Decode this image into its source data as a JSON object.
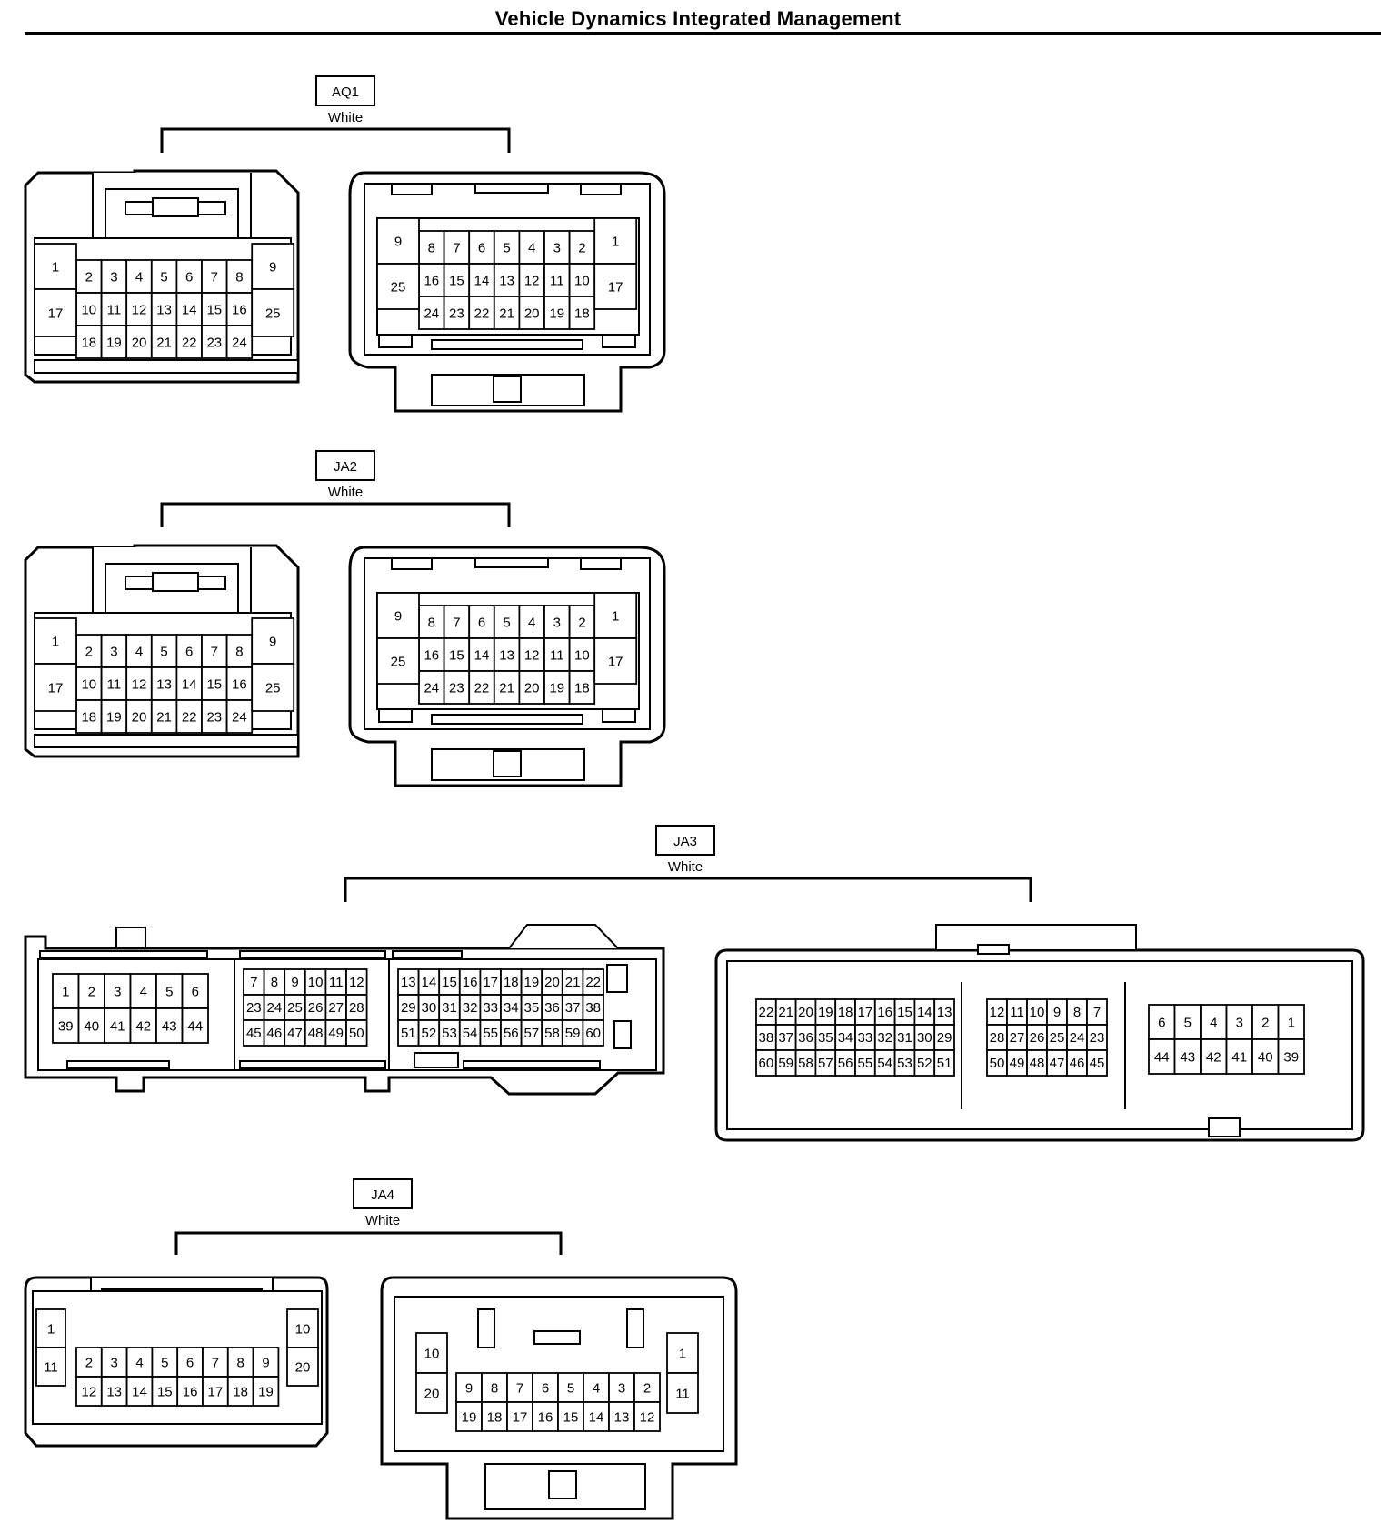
{
  "title": "Vehicle Dynamics Integrated Management",
  "connectors": {
    "aq1": {
      "name": "AQ1",
      "color": "White"
    },
    "ja2": {
      "name": "JA2",
      "color": "White"
    },
    "ja3": {
      "name": "JA3",
      "color": "White"
    },
    "ja4": {
      "name": "JA4",
      "color": "White"
    }
  },
  "pins": {
    "c25_left": {
      "r1": [
        "2",
        "3",
        "4",
        "5",
        "6",
        "7",
        "8"
      ],
      "r2": [
        "10",
        "11",
        "12",
        "13",
        "14",
        "15",
        "16"
      ],
      "r3": [
        "18",
        "19",
        "20",
        "21",
        "22",
        "23",
        "24"
      ],
      "side_left": [
        "1",
        "17"
      ],
      "side_right": [
        "9",
        "25"
      ]
    },
    "c25_right": {
      "r1": [
        "8",
        "7",
        "6",
        "5",
        "4",
        "3",
        "2"
      ],
      "r2": [
        "16",
        "15",
        "14",
        "13",
        "12",
        "11",
        "10"
      ],
      "r3": [
        "24",
        "23",
        "22",
        "21",
        "20",
        "19",
        "18"
      ],
      "side_left": [
        "9",
        "25"
      ],
      "side_right": [
        "1",
        "17"
      ]
    },
    "ja3_left": {
      "a": [
        [
          "1",
          "2",
          "3",
          "4",
          "5",
          "6"
        ],
        [
          "39",
          "40",
          "41",
          "42",
          "43",
          "44"
        ]
      ],
      "b": [
        [
          "7",
          "8",
          "9",
          "10",
          "11",
          "12"
        ],
        [
          "23",
          "24",
          "25",
          "26",
          "27",
          "28"
        ],
        [
          "45",
          "46",
          "47",
          "48",
          "49",
          "50"
        ]
      ],
      "c": [
        [
          "13",
          "14",
          "15",
          "16",
          "17",
          "18",
          "19",
          "20",
          "21",
          "22"
        ],
        [
          "29",
          "30",
          "31",
          "32",
          "33",
          "34",
          "35",
          "36",
          "37",
          "38"
        ],
        [
          "51",
          "52",
          "53",
          "54",
          "55",
          "56",
          "57",
          "58",
          "59",
          "60"
        ]
      ]
    },
    "ja3_right": {
      "c": [
        [
          "22",
          "21",
          "20",
          "19",
          "18",
          "17",
          "16",
          "15",
          "14",
          "13"
        ],
        [
          "38",
          "37",
          "36",
          "35",
          "34",
          "33",
          "32",
          "31",
          "30",
          "29"
        ],
        [
          "60",
          "59",
          "58",
          "57",
          "56",
          "55",
          "54",
          "53",
          "52",
          "51"
        ]
      ],
      "b": [
        [
          "12",
          "11",
          "10",
          "9",
          "8",
          "7"
        ],
        [
          "28",
          "27",
          "26",
          "25",
          "24",
          "23"
        ],
        [
          "50",
          "49",
          "48",
          "47",
          "46",
          "45"
        ]
      ],
      "a": [
        [
          "6",
          "5",
          "4",
          "3",
          "2",
          "1"
        ],
        [
          "44",
          "43",
          "42",
          "41",
          "40",
          "39"
        ]
      ]
    },
    "ja4_left": {
      "r1": [
        "2",
        "3",
        "4",
        "5",
        "6",
        "7",
        "8",
        "9"
      ],
      "r2": [
        "12",
        "13",
        "14",
        "15",
        "16",
        "17",
        "18",
        "19"
      ],
      "side_left": [
        "1",
        "11"
      ],
      "side_right": [
        "10",
        "20"
      ]
    },
    "ja4_right": {
      "r1": [
        "9",
        "8",
        "7",
        "6",
        "5",
        "4",
        "3",
        "2"
      ],
      "r2": [
        "19",
        "18",
        "17",
        "16",
        "15",
        "14",
        "13",
        "12"
      ],
      "side_left": [
        "10",
        "20"
      ],
      "side_right": [
        "1",
        "11"
      ]
    }
  }
}
